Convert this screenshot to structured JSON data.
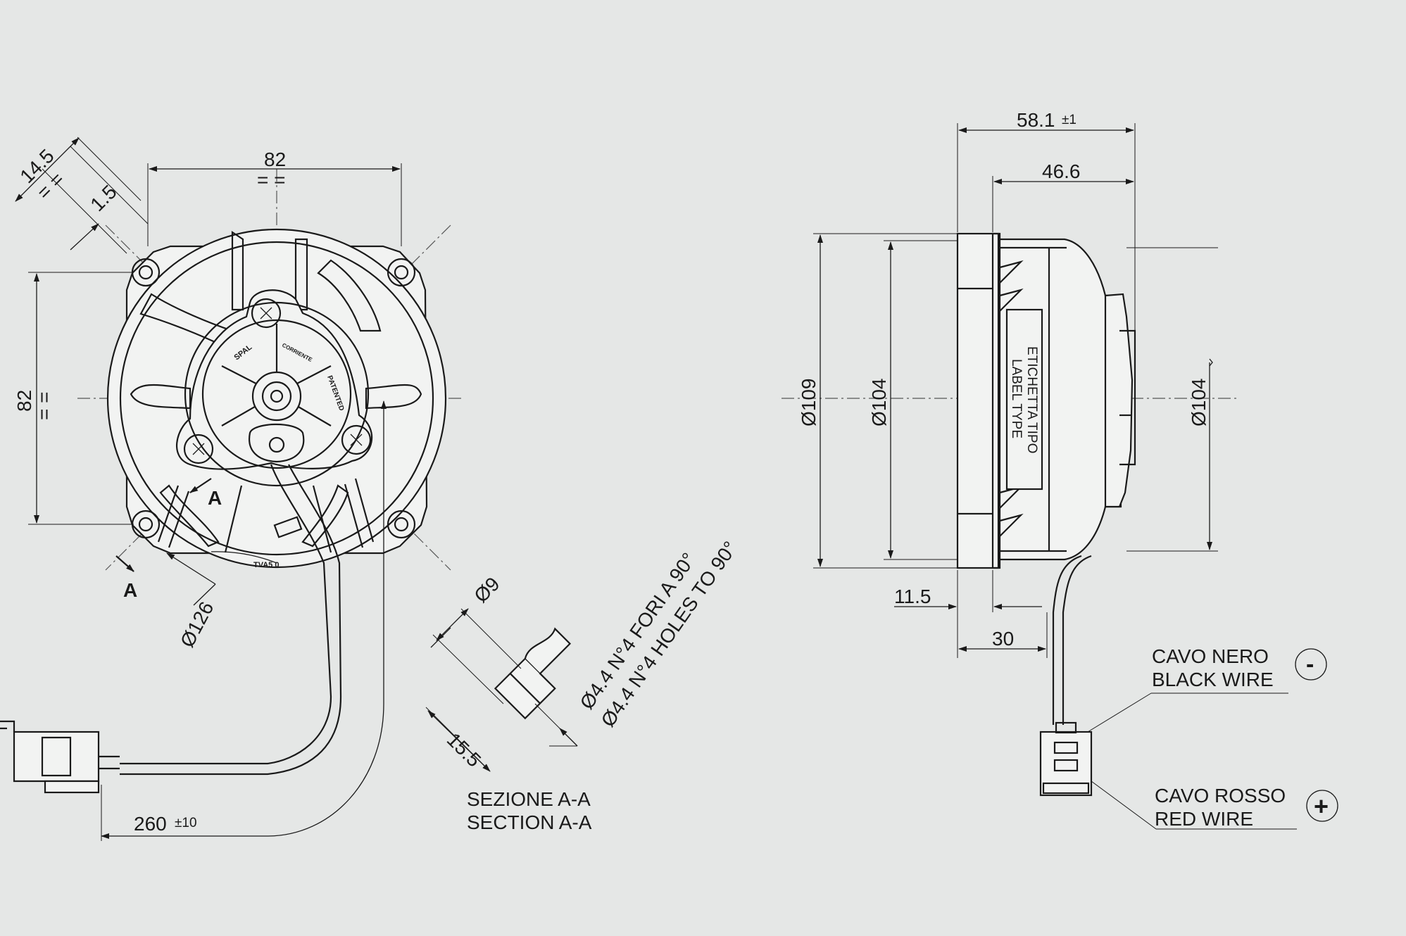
{
  "front_view": {
    "dim_width": "82",
    "dim_width_sym": "= =",
    "dim_height": "82",
    "dim_height_sym": "= =",
    "dim_offset_a": "14.5",
    "dim_offset_a_sym": "= =",
    "dim_offset_b": "1.5",
    "dim_diameter": "Ø126",
    "cable_length": "260",
    "cable_tolerance": "±10",
    "section_marker_top": "A",
    "section_marker_bottom": "A",
    "brand_logo": "SPAL",
    "hub_text_patented": "PATENTED",
    "hub_text_small": "CORRIENTE",
    "rim_text": "TVA5 0"
  },
  "section_view": {
    "dim_diameter": "Ø9",
    "dim_depth": "15.5",
    "holes_it": "Ø4.4 N°4 FORI A 90°",
    "holes_en": "Ø4.4 N°4 HOLES TO 90°",
    "title_it": "SEZIONE A-A",
    "title_en": "SECTION A-A"
  },
  "side_view": {
    "dim_total": "58.1",
    "dim_total_tol": "±1",
    "dim_body": "46.6",
    "dim_flange_dia": "Ø109",
    "dim_body_dia": "Ø104",
    "dim_right_dia": "Ø104",
    "dim_flange_depth": "11.5",
    "dim_cable_offset": "30",
    "label_it": "ETICHETTA TIPO",
    "label_en": "LABEL TYPE"
  },
  "wires": {
    "black_it": "CAVO NERO",
    "black_en": "BLACK WIRE",
    "black_symbol": "-",
    "red_it": "CAVO ROSSO",
    "red_en": "RED WIRE",
    "red_symbol": "+"
  }
}
